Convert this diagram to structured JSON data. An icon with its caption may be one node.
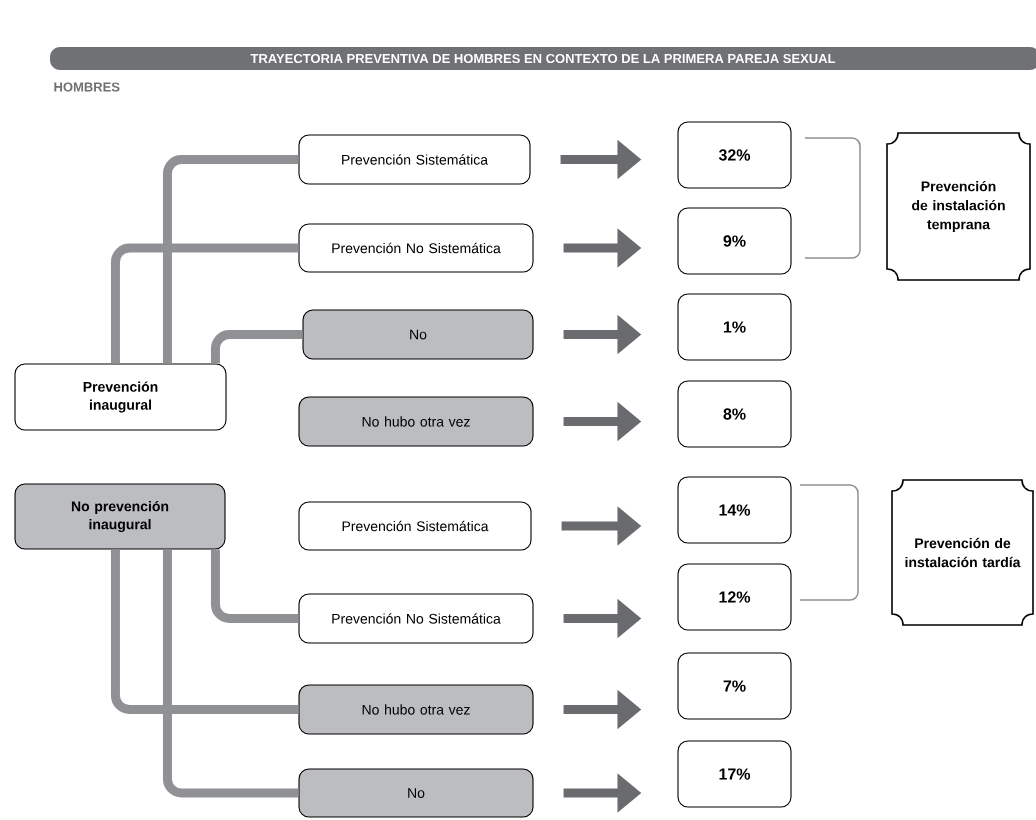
{
  "diagram": {
    "title": "TRAYECTORIA PREVENTIVA DE HOMBRES EN CONTEXTO DE LA PRIMERA PAREJA SEXUAL",
    "nodes": [
      {
        "text": [
          "Prevención inaugural"
        ]
      },
      {
        "text": [
          "No prevención inaugural"
        ]
      },
      {
        "text": [
          "Prevención Sistemática"
        ]
      },
      {
        "text": [
          "Prevención No Sistemática"
        ]
      },
      {
        "text": [
          "No"
        ]
      },
      {
        "text": [
          "No hubo otra vez"
        ]
      },
      {
        "text": [
          "Prevención Sistemática"
        ]
      },
      {
        "text": [
          "Prevención No Sistemática"
        ]
      },
      {
        "text": [
          "No hubo otra vez"
        ]
      },
      {
        "text": [
          "No"
        ]
      },
      {
        "text": [
          "32%"
        ]
      },
      {
        "text": [
          "9%"
        ]
      },
      {
        "text": [
          "1%"
        ]
      },
      {
        "text": [
          "8%"
        ]
      },
      {
        "text": [
          "14%"
        ]
      },
      {
        "text": [
          "12%"
        ]
      },
      {
        "text": [
          "7%"
        ]
      },
      {
        "text": [
          "17%"
        ]
      },
      {
        "text": [
          "Prevención de instalación temprana"
        ]
      },
      {
        "text": [
          "Prevención de instalación tardía"
        ]
      }
    ],
    "edges": [
      {
        "from": 0,
        "to": 2,
        "arrow": "none",
        "color": "#909195"
      },
      {
        "from": 0,
        "to": 3,
        "arrow": "none",
        "color": "#909195"
      },
      {
        "from": 0,
        "to": 4,
        "arrow": "none",
        "color": "#909195"
      },
      {
        "from": 1,
        "to": 7,
        "arrow": "none",
        "color": "#909195"
      },
      {
        "from": 1,
        "to": 8,
        "arrow": "none",
        "color": "#909195"
      },
      {
        "from": 1,
        "to": 9,
        "arrow": "none",
        "color": "#909195"
      },
      {
        "from": 2,
        "to": 10,
        "arrow": "to"
      },
      {
        "from": 3,
        "to": 11,
        "arrow": "to"
      },
      {
        "from": 4,
        "to": 12,
        "arrow": "to"
      },
      {
        "from": 5,
        "to": 13,
        "arrow": "to"
      },
      {
        "from": 6,
        "to": 14,
        "arrow": "to"
      },
      {
        "from": 7,
        "to": 15,
        "arrow": "to"
      },
      {
        "from": 8,
        "to": 16,
        "arrow": "to"
      },
      {
        "from": 9,
        "to": 17,
        "arrow": "to"
      }
    ],
    "labels": [
      "HOMBRES"
    ]
  }
}
